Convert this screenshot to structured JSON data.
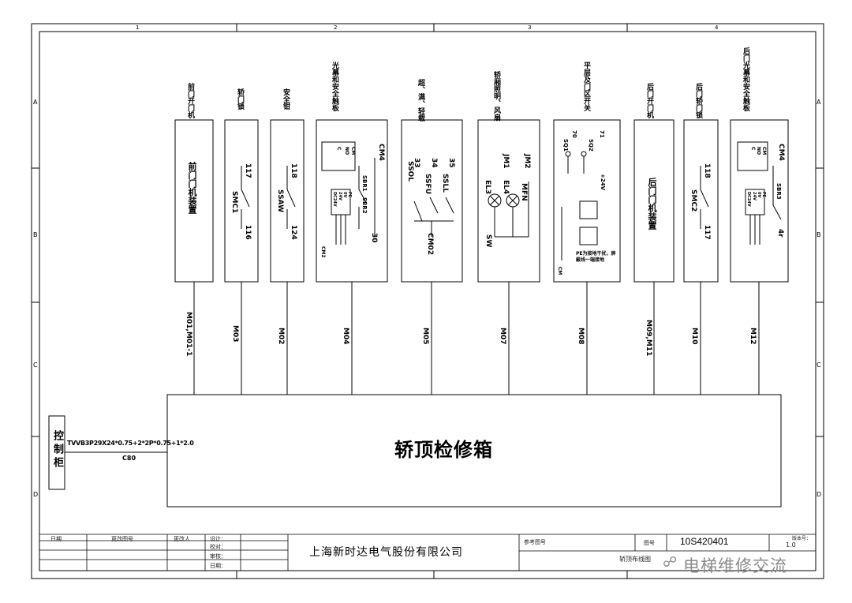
{
  "frame": {
    "columns": [
      "1",
      "2",
      "3",
      "4"
    ],
    "rows": [
      "A",
      "B",
      "C",
      "D"
    ]
  },
  "modules": [
    {
      "id": "m1",
      "header": "前门开门机",
      "box_label": "前门门机装置",
      "cable": "M01,M01-1",
      "terminals": []
    },
    {
      "id": "m2",
      "header": "轿门锁",
      "box_label": "",
      "cable": "M03",
      "terminals": [
        "SMC1",
        "117",
        "116"
      ]
    },
    {
      "id": "m3",
      "header": "安全钳",
      "box_label": "",
      "cable": "M02",
      "terminals": [
        "SSAW",
        "118",
        "124"
      ]
    },
    {
      "id": "m4",
      "header": "光幕和安全触板",
      "box_label": "",
      "cable": "M04",
      "terminals": [
        "C",
        "NO",
        "CM",
        "SBR1",
        "SBR2",
        "DC24V",
        "24V",
        "0V",
        "PE",
        "30",
        "CM2",
        "CM4"
      ]
    },
    {
      "id": "m5",
      "header": "超、满、轻载",
      "box_label": "",
      "cable": "M05",
      "terminals": [
        "SSOL",
        "SSFU",
        "SSLL",
        "33",
        "34",
        "35",
        "CM02"
      ]
    },
    {
      "id": "m6",
      "header": "轿厢照明、风扇",
      "box_label": "",
      "cable": "M07",
      "terminals": [
        "EL3",
        "EL4",
        "MFN",
        "JM1",
        "JM2",
        "SW"
      ]
    },
    {
      "id": "m7",
      "header": "平层及门区开关",
      "box_label": "",
      "cable": "M08",
      "terminals": [
        "SQ1",
        "SQ2",
        "70",
        "71",
        "+24V",
        "CM"
      ]
    },
    {
      "id": "m8",
      "header": "后门开门机",
      "box_label": "后门门机装置",
      "cable": "M09,M11",
      "terminals": []
    },
    {
      "id": "m9",
      "header": "后门轿门锁",
      "box_label": "",
      "cable": "M10",
      "terminals": [
        "SMC2",
        "118",
        "117"
      ]
    },
    {
      "id": "m10",
      "header": "后门光幕和安全触板",
      "box_label": "",
      "cable": "M12",
      "terminals": [
        "C",
        "NO",
        "CM",
        "SBR3",
        "DC24V",
        "24V",
        "0V",
        "PE",
        "4r",
        "CM4"
      ]
    }
  ],
  "m7_note": "PE为接地干扰，屏蔽线一端接地",
  "inspection_box": "轿顶检修箱",
  "control_cabinet": "控制柜",
  "trunk_cable": "TVVB3P29X24*0.75+2*2P*0.75+1*2.0",
  "trunk_code": "C80",
  "title_block": {
    "date": "日期",
    "change_no": "更改图号",
    "changed_by": "更改人",
    "design": "设计：",
    "check": "校对：",
    "review": "审核：",
    "sign_date": "日期：",
    "company": "上海新时达电气股份有限公司",
    "ref_drawing": "参考图号",
    "drawing_no_label": "图号",
    "drawing_no": "10S420401",
    "version_label": "版本号：",
    "version": "1.0",
    "drawing_title": "轿顶布线图",
    "watermark": "电梯维修交流"
  },
  "colors": {
    "line": "#000000",
    "watermark": "#8a8a8a"
  }
}
